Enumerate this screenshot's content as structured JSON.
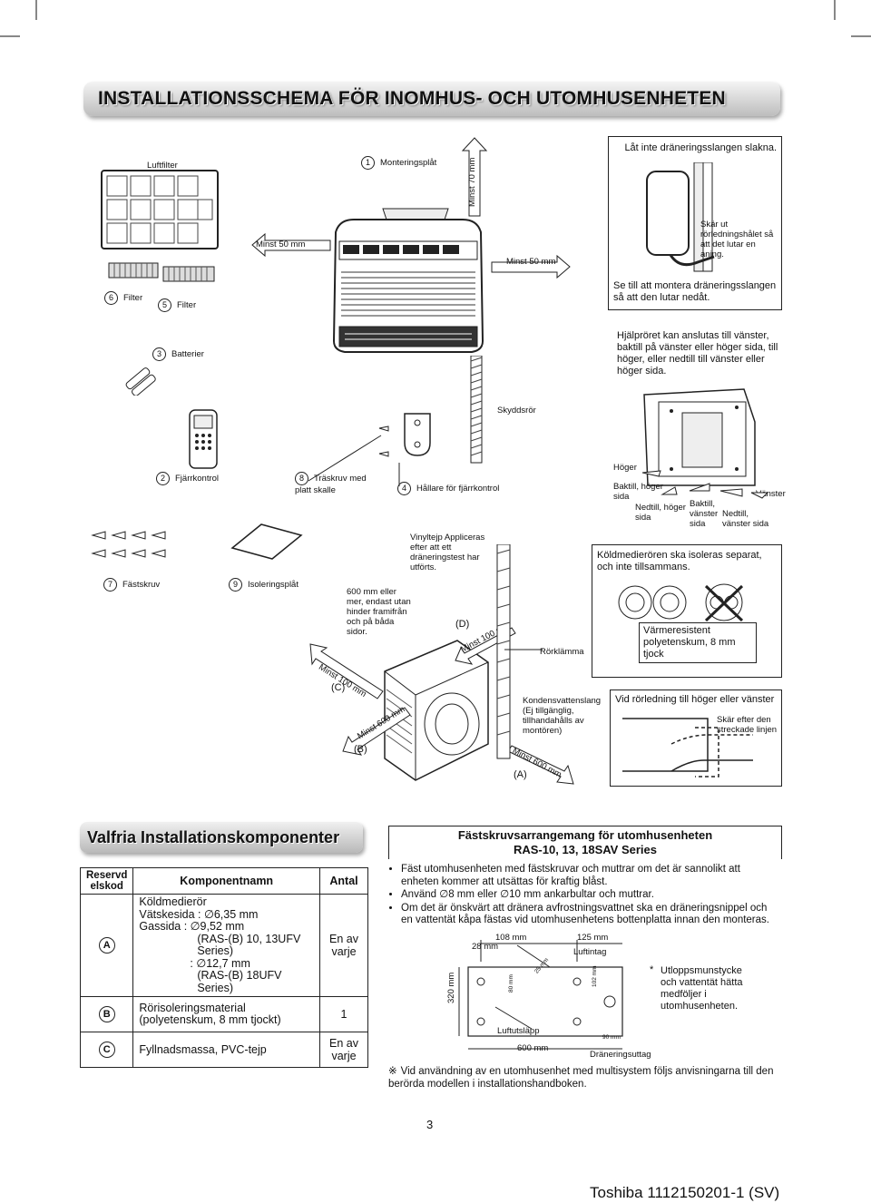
{
  "page_title": "INSTALLATIONSSCHEMA FÖR INOMHUS- OCH UTOMHUSENHETEN",
  "parts": {
    "luftfilter": "Luftfilter",
    "monteringsplat": "Monteringsplåt",
    "monteringsplat_num": "1",
    "filter6": "Filter",
    "filter6_num": "6",
    "filter5": "Filter",
    "filter5_num": "5",
    "batterier": "Batterier",
    "batterier_num": "3",
    "fjarrkontrol": "Fjärrkontrol",
    "fjarrkontrol_num": "2",
    "traskruv": "Träskruv med platt skalle",
    "traskruv_num": "8",
    "hallare": "Hållare för fjärrkontrol",
    "hallare_num": "4",
    "fastskruv": "Fästskruv",
    "fastskruv_num": "7",
    "isoleringsplat": "Isoleringsplåt",
    "isoleringsplat_num": "9",
    "skyddsror": "Skyddsrör"
  },
  "dimensions": {
    "minst50_left": "Minst 50 mm",
    "minst70": "Minst 70 mm",
    "minst50_right": "Minst 50 mm",
    "minst100_c": "Minst 100 mm",
    "minst600_b": "Minst 600 mm",
    "minst100_d": "Minst 100 mm",
    "minst600_a": "Minst 600 mm",
    "mark_a": "(A)",
    "mark_b": "(B)",
    "mark_c": "(C)",
    "mark_d": "(D)"
  },
  "notes": {
    "drain_not_slack": "Låt inte dräneringsslangen slakna.",
    "cut_hole": "Skär ut rörledningshålet så att det lutar en aning.",
    "drain_downward": "Se till att montera dräneringsslangen så att den lutar nedåt.",
    "aux_pipe": "Hjälpröret kan anslutas till vänster, baktill på vänster eller höger sida, till höger, eller nedtill till vänster eller höger sida.",
    "hoger": "Höger",
    "baktill_hoger": "Baktill, höger sida",
    "nedtill_hoger": "Nedtill, höger sida",
    "baktill_vanster": "Baktill, vänster sida",
    "vanster": "Vänster",
    "nedtill_vanster": "Nedtill, vänster sida",
    "vinyltejp": "Vinyltejp Appliceras efter att ett dräneringstest har utförts.",
    "clearance_600": "600 mm eller mer, endast utan hinder framifrån och på båda sidor.",
    "rorklamma": "Rörklämma",
    "kondensvatten": "Kondensvattenslang (Ej tillgänglig, tillhandahålls av montören)",
    "isoleras": "Köldmedierören ska isoleras separat, och inte tillsammans.",
    "varmeresistent": "Värmeresistent polyetenskum, 8 mm tjock",
    "vid_rorledning": "Vid rörledning till höger eller vänster",
    "skar_efter": "Skär efter den streckade linjen"
  },
  "components": {
    "heading": "Valfria Installationskomponenter",
    "col_code": "Reservd elskod",
    "col_name": "Komponentnamn",
    "col_qty": "Antal",
    "rows": [
      {
        "code": "A",
        "lines": [
          "Köldmedierör",
          "Vätskesida  : ∅6,35 mm",
          "Gassida       : ∅9,52 mm",
          "(RAS-(B) 10, 13UFV Series)",
          ": ∅12,7 mm",
          "(RAS-(B) 18UFV Series)"
        ],
        "qty": "En av varje"
      },
      {
        "code": "B",
        "lines": [
          "Rörisoleringsmaterial",
          "(polyetenskum, 8 mm tjockt)"
        ],
        "qty": "1"
      },
      {
        "code": "C",
        "lines": [
          "Fyllnadsmassa, PVC-tejp"
        ],
        "qty": "En av varje"
      }
    ]
  },
  "fastening": {
    "heading1": "Fästskruvsarrangemang för utomhusenheten",
    "heading2": "RAS-10, 13, 18SAV Series",
    "bullets": [
      "Fäst utomhusenheten med fästskruvar och muttrar om det är sannolikt att enheten kommer att utsättas för kraftig blåst.",
      "Använd ∅8 mm eller ∅10 mm ankarbultar och muttrar.",
      "Om det är önskvärt att dränera avfrostningsvattnet ska en dräneringsnippel och en vattentät kåpa fästas vid utomhusenhetens bottenplatta innan den monteras."
    ],
    "d108": "108 mm",
    "d125": "125 mm",
    "d28": "28 mm",
    "d320": "320 mm",
    "d600": "600 mm",
    "d25": "25 mm",
    "d80": "80 mm",
    "d102": "102 mm",
    "d90": "90 mm",
    "luftintag": "Luftintag",
    "luftutslapp": "Luftutsläpp",
    "draneringsuttag": "Dräneringsuttag",
    "note_star": "Utloppsmunstycke och vattentät hätta medföljer i utomhusenheten.",
    "star": "*",
    "multisystem": "Vid användning av en utomhusenhet med multisystem följs anvisningarna till den berörda modellen i installationshandboken.",
    "multisystem_mark": "※"
  },
  "footer": {
    "page_number": "3",
    "doc_id": "Toshiba 1112150201-1 (SV)"
  }
}
